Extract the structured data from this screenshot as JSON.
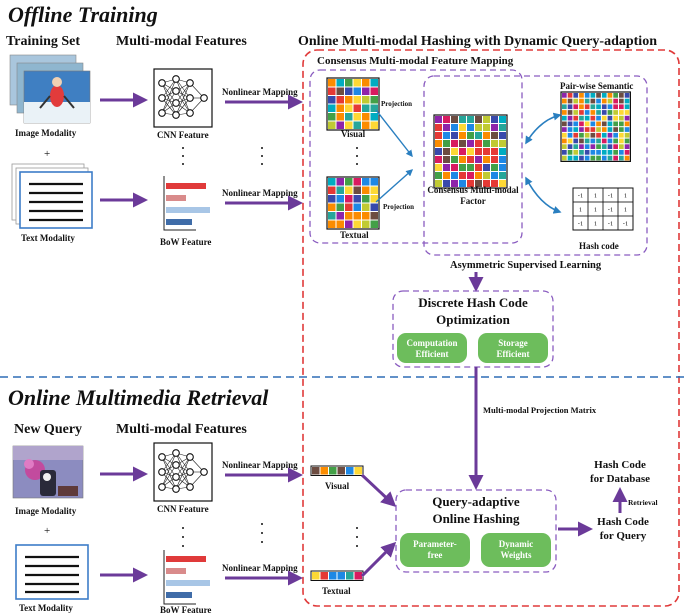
{
  "sections": {
    "offline": "Offline Training",
    "online": "Online Multimedia Retrieval"
  },
  "headers": {
    "training_set": "Training Set",
    "multimodal_features_top": "Multi-modal Features",
    "online_hashing": "Online Multi-modal Hashing with Dynamic Query-adaption",
    "new_query": "New Query",
    "multimodal_features_bottom": "Multi-modal Features"
  },
  "offline": {
    "image_modality": "Image Modality",
    "plus": "+",
    "text_modality": "Text Modality",
    "cnn_feature": "CNN Feature",
    "bow_feature": "BoW Feature",
    "nonlinear_mapping_1": "Nonlinear Mapping",
    "nonlinear_mapping_2": "Nonlinear Mapping",
    "consensus_title": "Consensus Multi-modal Feature Mapping",
    "visual": "Visual",
    "textual": "Textual",
    "projection_1": "Projection",
    "projection_2": "Projection",
    "consensus_factor": "Consensus Multi-modal Factor",
    "pairwise_semantic": "Pair-wise Semantic",
    "hash_code": "Hash code",
    "asymmetric": "Asymmetric Supervised Learning",
    "discrete_title": "Discrete Hash Code Optimization",
    "computation_efficient": "Computation Efficient",
    "storage_efficient": "Storage Efficient",
    "hash_matrix": [
      "-1",
      "1",
      "-1",
      "1",
      "1",
      "1",
      "-1",
      "1",
      "-1",
      "1",
      "-1",
      "-1"
    ]
  },
  "online": {
    "image_modality": "Image Modality",
    "plus": "+",
    "text_modality": "Text Modality",
    "cnn_feature": "CNN Feature",
    "bow_feature": "BoW Feature",
    "nonlinear_mapping_1": "Nonlinear Mapping",
    "nonlinear_mapping_2": "Nonlinear Mapping",
    "projection_matrix": "Multi-modal Projection Matrix",
    "visual": "Visual",
    "textual": "Textual",
    "qa_title": "Query-adaptive Online Hashing",
    "parameter_free": "Parameter-free",
    "dynamic_weights": "Dynamic Weights",
    "hash_db": "Hash Code for Database",
    "retrieval": "Retrieval",
    "hash_query": "Hash Code for Query"
  },
  "colors": {
    "arrow_purple": "#6b3a99",
    "dashed_red": "#e03a3a",
    "dashed_blue": "#2f6db5",
    "dashed_purple": "#8a5cc0",
    "green_pill": "#6dbd5c",
    "connector_blue": "#2a7fc0"
  },
  "icons": {
    "neural_net": "neural-network-icon",
    "bow_bars": "bar-chart-icon",
    "document": "document-icon"
  }
}
